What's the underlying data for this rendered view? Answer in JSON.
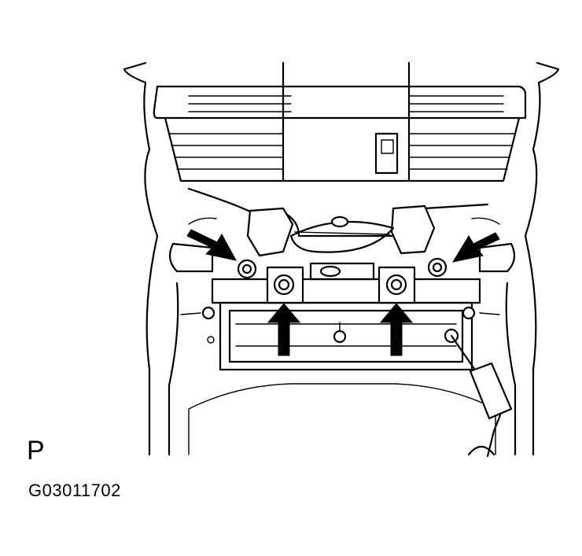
{
  "figure": {
    "view_letter": "P",
    "figure_code": "G03011702"
  },
  "callouts": {
    "arrow_count": 4,
    "arrow_color": "#000000"
  },
  "colors": {
    "background": "#ffffff",
    "line": "#000000"
  }
}
